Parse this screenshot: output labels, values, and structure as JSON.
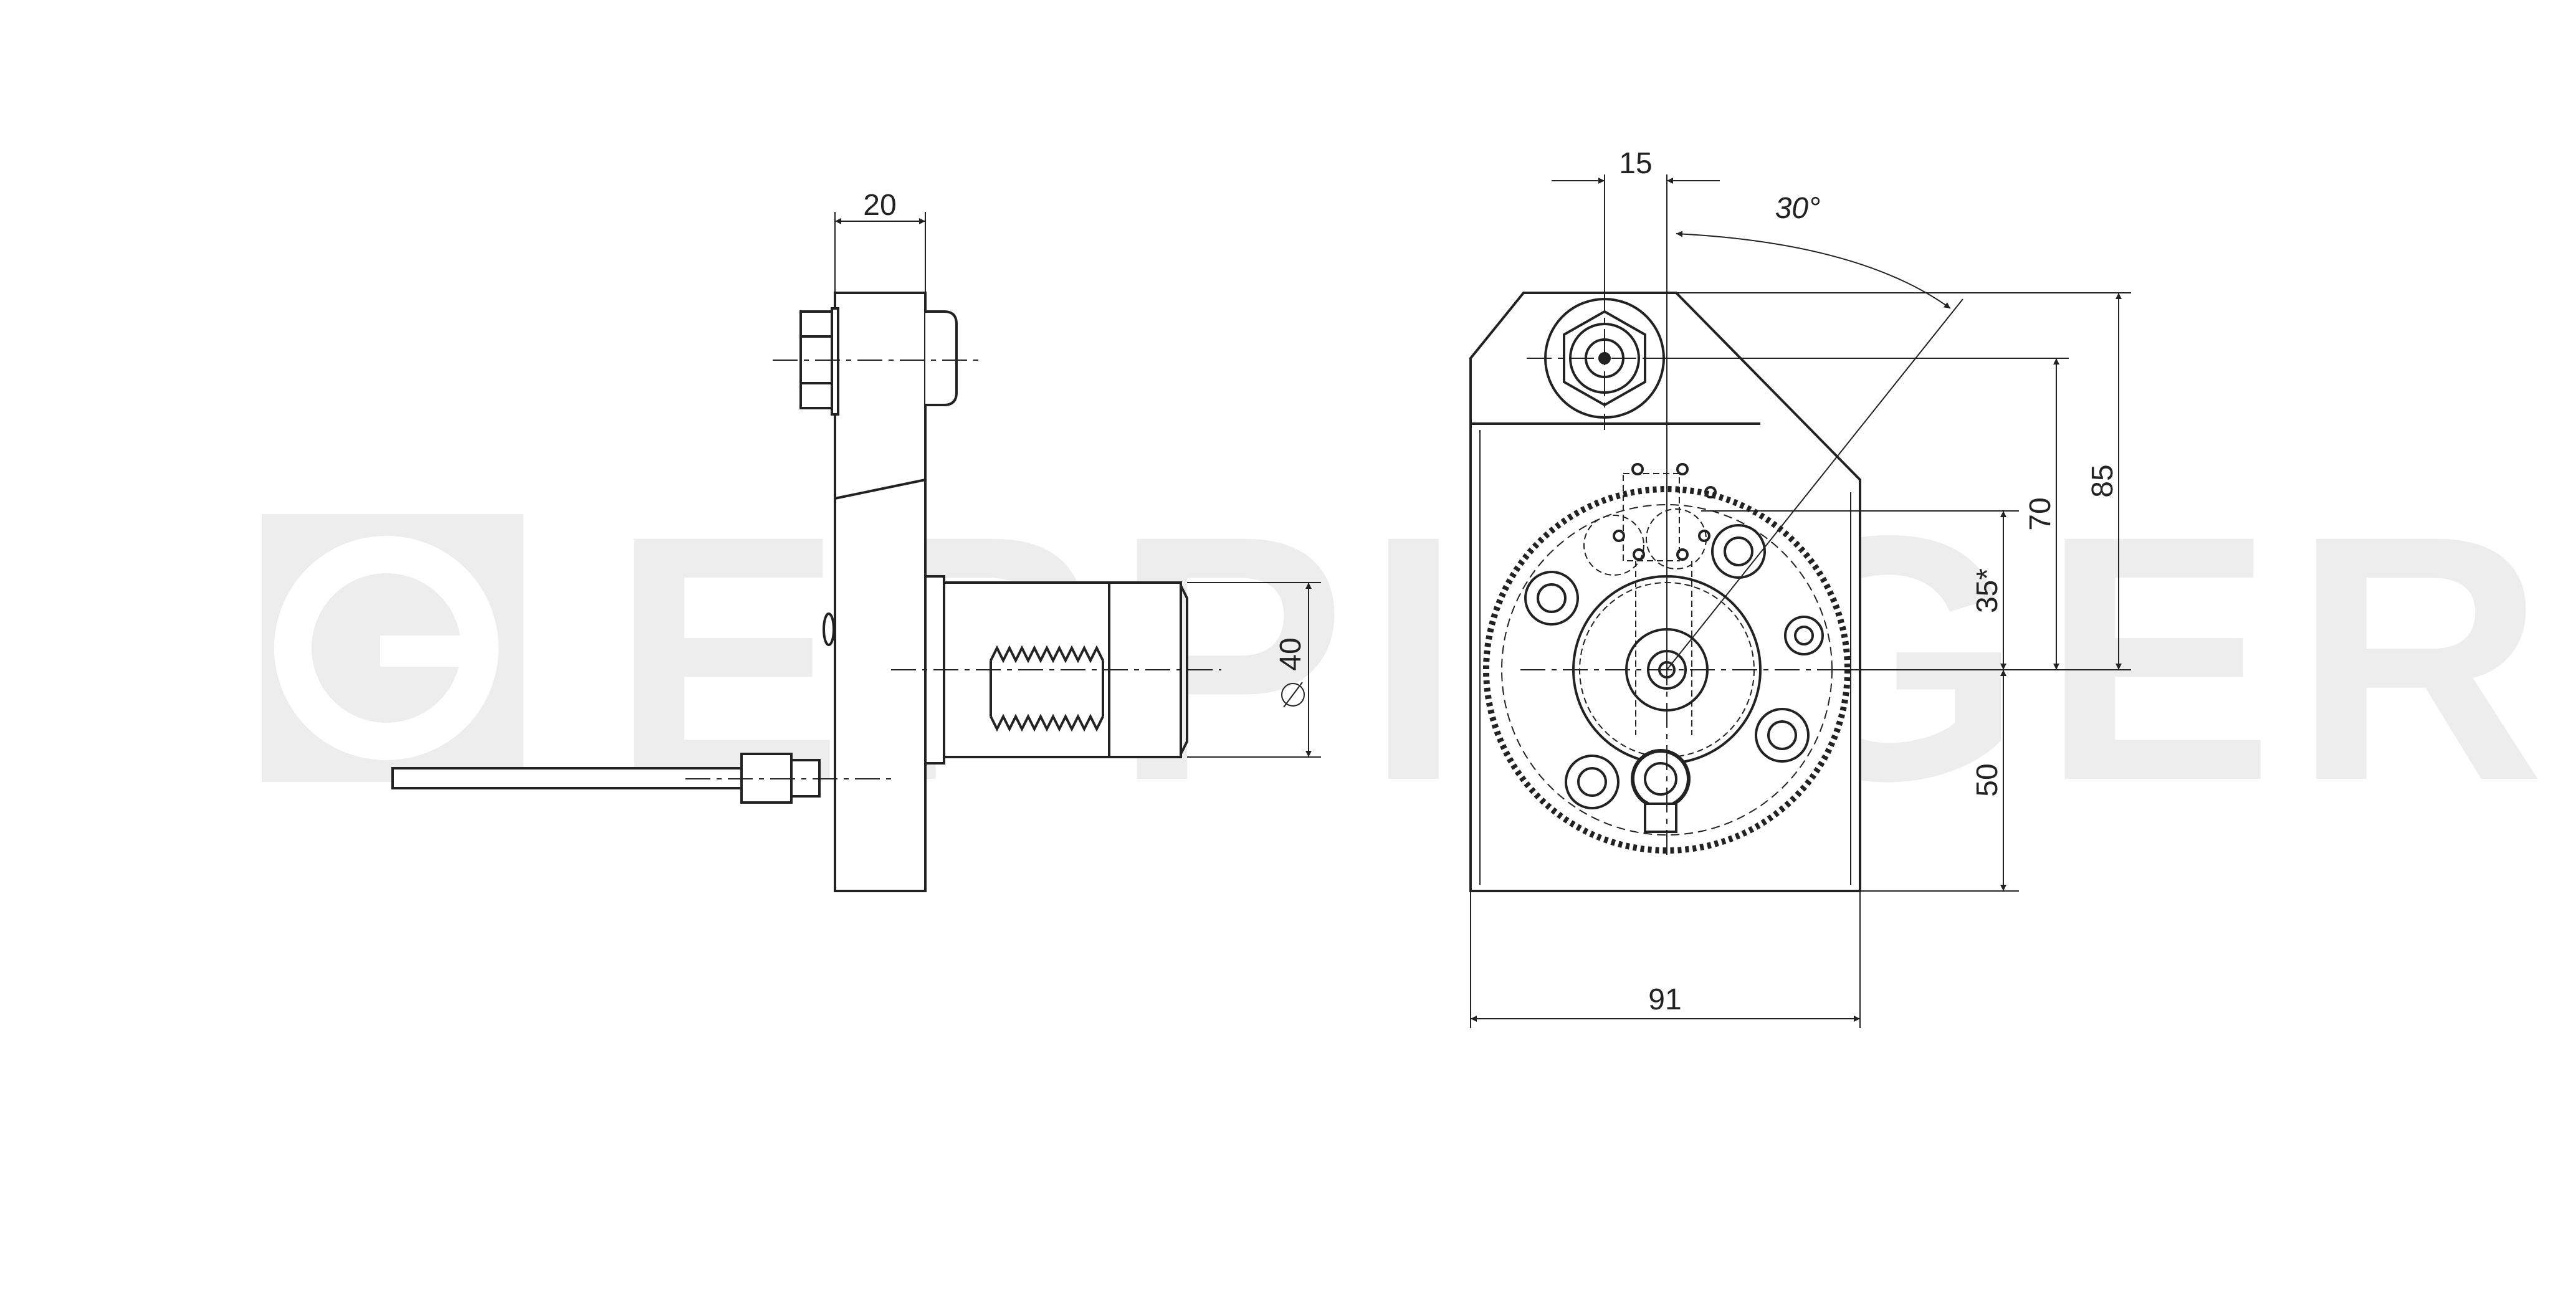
{
  "watermark": {
    "text": "EPPINGER"
  },
  "side_view": {
    "dimensions": {
      "width_top": "20",
      "diameter": "40"
    }
  },
  "front_view": {
    "dimensions": {
      "offset_top": "15",
      "angle": "30°",
      "height_total": "85",
      "height_mid": "70",
      "height_center": "35*",
      "height_bottom": "50",
      "width": "91"
    }
  },
  "colors": {
    "line": "#222222",
    "watermark": "#ededed",
    "background": "#ffffff"
  }
}
